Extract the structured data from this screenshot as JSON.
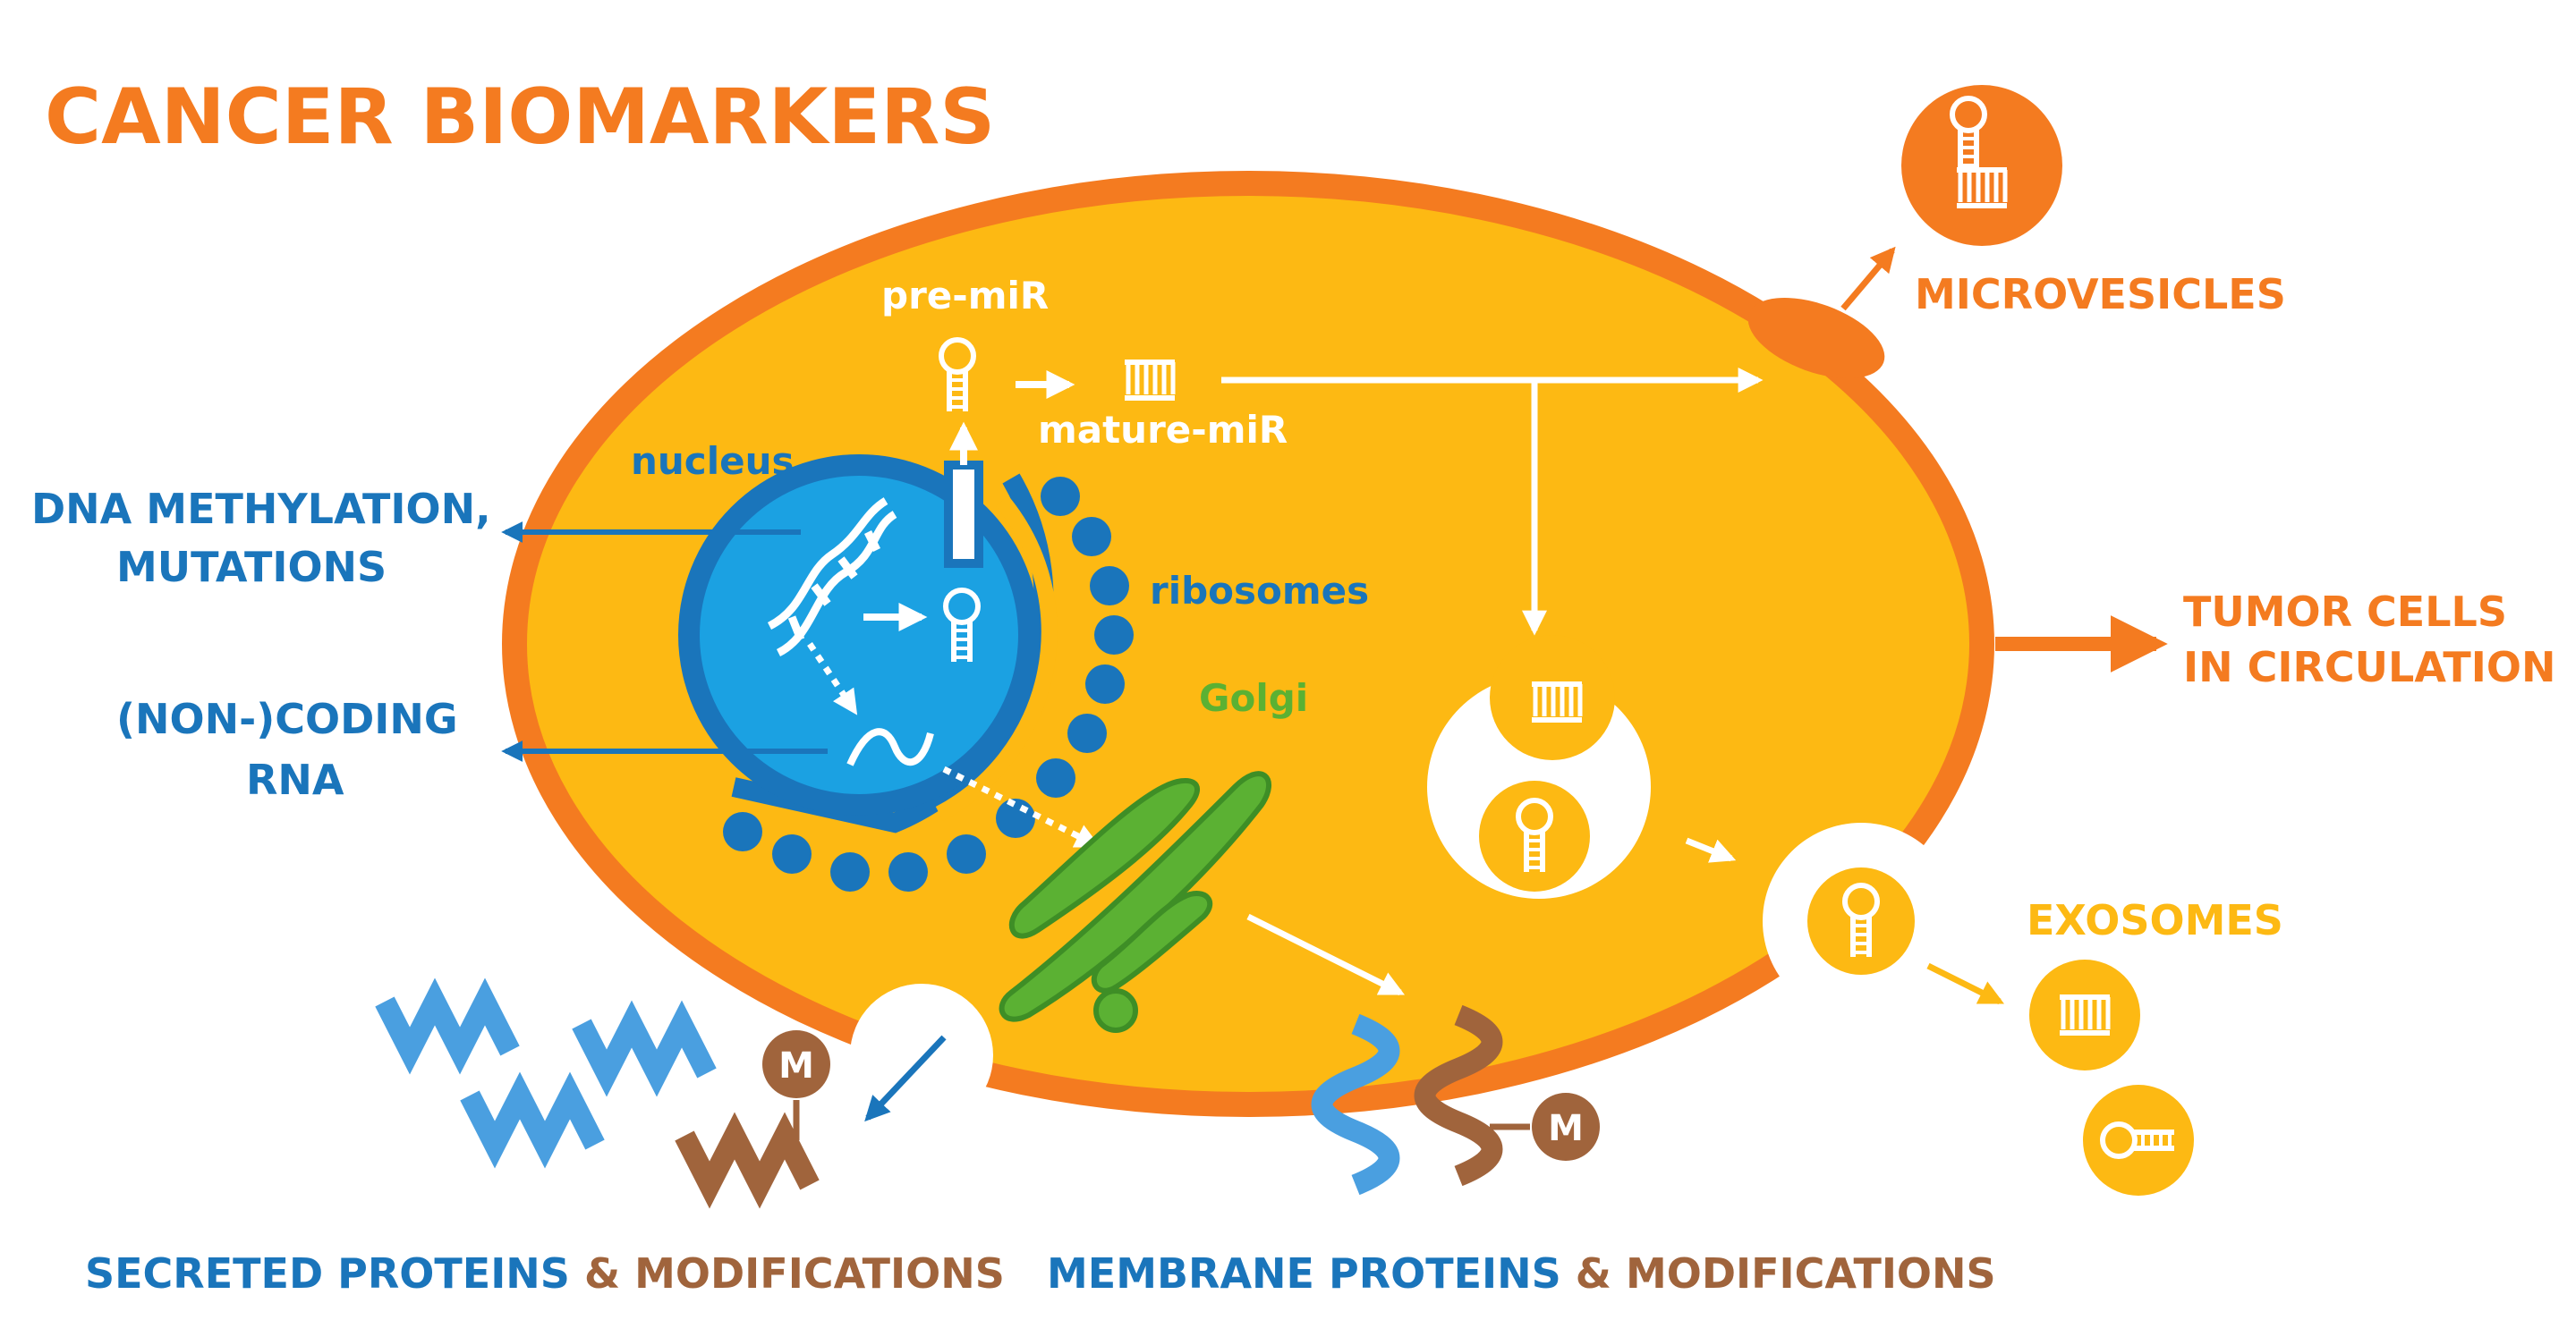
{
  "title": "CANCER BIOMARKERS",
  "labels": {
    "pre_mir": "pre-miR",
    "mature_mir": "mature-miR",
    "nucleus": "nucleus",
    "ribosomes": "ribosomes",
    "golgi": "Golgi",
    "microvesicles": "MICROVESICLES",
    "tumor_cells_line1": "TUMOR CELLS",
    "tumor_cells_line2": "IN CIRCULATION",
    "exosomes": "EXOSOMES",
    "dna_line1": "DNA METHYLATION,",
    "dna_line2": "MUTATIONS",
    "rna_line1": "(NON-)CODING",
    "rna_line2": "RNA",
    "methyl_mark": "M"
  },
  "footer": {
    "secreted": {
      "part1": "SECRETED PROTEINS",
      "amp": " & ",
      "part2": "MODIFICATIONS"
    },
    "membrane": {
      "part1": "MEMBRANE PROTEINS",
      "amp": " & ",
      "part2": "MODIFICATIONS"
    }
  },
  "colors": {
    "orange": "#F47B20",
    "yellow": "#FDB913",
    "blue": "#1A75BB",
    "light_blue": "#1BA1E2",
    "green": "#5BB133",
    "brown": "#A0643C",
    "white": "#FFFFFF"
  }
}
